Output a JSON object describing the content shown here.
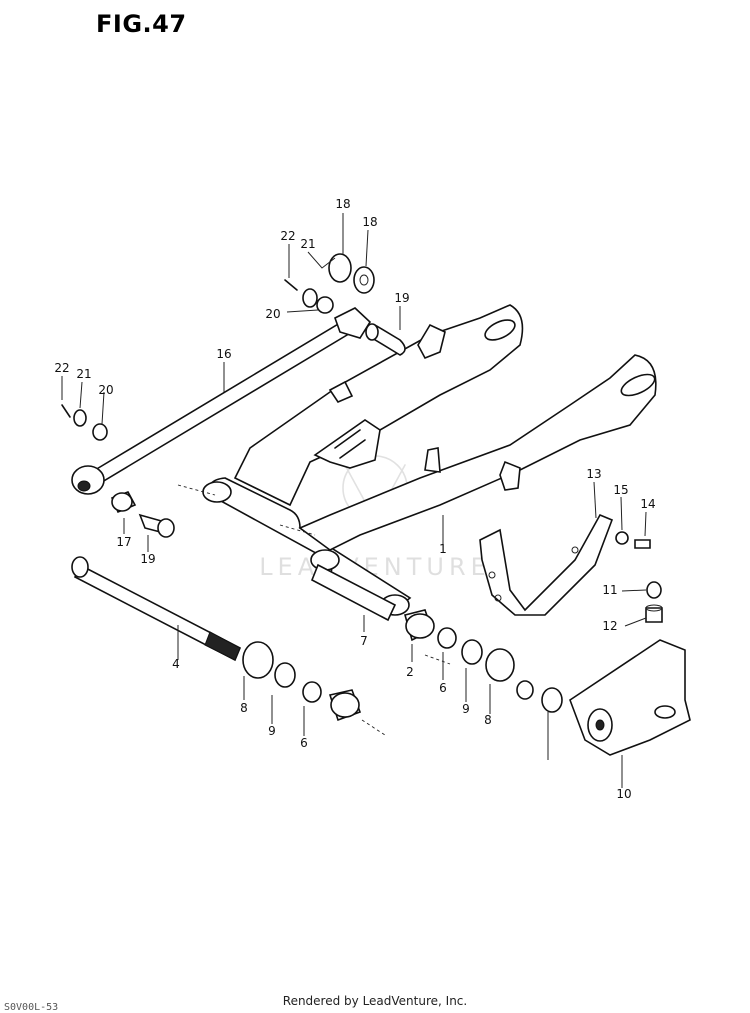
{
  "figure": {
    "title": "FIG.47",
    "footer": "Rendered by LeadVenture, Inc.",
    "corner_code": "S0V00L-53",
    "watermark": "LEADVENTURE"
  },
  "callouts": [
    {
      "id": "c18a",
      "label": "18"
    },
    {
      "id": "c18b",
      "label": "18"
    },
    {
      "id": "c22a",
      "label": "22"
    },
    {
      "id": "c21a",
      "label": "21"
    },
    {
      "id": "c20a",
      "label": "20"
    },
    {
      "id": "c19a",
      "label": "19"
    },
    {
      "id": "c16",
      "label": "16"
    },
    {
      "id": "c22b",
      "label": "22"
    },
    {
      "id": "c21b",
      "label": "21"
    },
    {
      "id": "c20b",
      "label": "20"
    },
    {
      "id": "c17",
      "label": "17"
    },
    {
      "id": "c19b",
      "label": "19"
    },
    {
      "id": "c13",
      "label": "13"
    },
    {
      "id": "c15",
      "label": "15"
    },
    {
      "id": "c14",
      "label": "14"
    },
    {
      "id": "c1",
      "label": "1"
    },
    {
      "id": "c11",
      "label": "11"
    },
    {
      "id": "c12",
      "label": "12"
    },
    {
      "id": "c7",
      "label": "7"
    },
    {
      "id": "c4",
      "label": "4"
    },
    {
      "id": "c2",
      "label": "2"
    },
    {
      "id": "c6a",
      "label": "6"
    },
    {
      "id": "c9a",
      "label": "9"
    },
    {
      "id": "c8a",
      "label": "8"
    },
    {
      "id": "c8b",
      "label": "8"
    },
    {
      "id": "c9b",
      "label": "9"
    },
    {
      "id": "c6b",
      "label": "6"
    },
    {
      "id": "c10",
      "label": "10"
    }
  ]
}
